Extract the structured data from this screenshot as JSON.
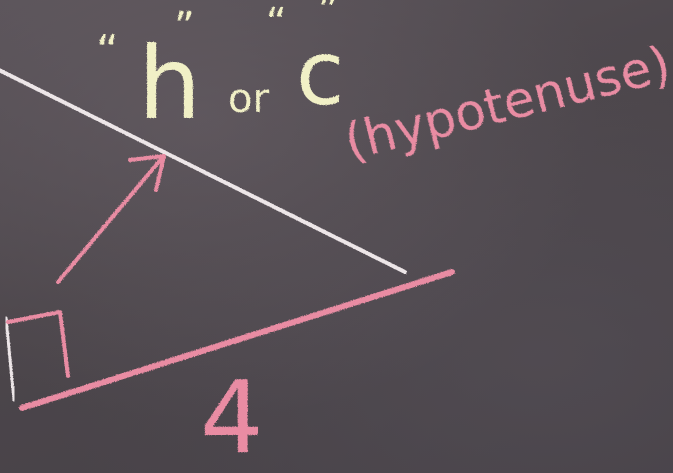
{
  "image": {
    "description": "Chalkboard photo of a right triangle with the hypotenuse labeled h or c and the bottom leg labeled 4",
    "colors": {
      "board": "#4d474c",
      "pink_chalk": "#e98ca3",
      "yellow_chalk": "#f1f0c6",
      "white_chalk": "#ede6e8"
    }
  },
  "labels": {
    "hypotenuse_symbol_h": "h",
    "connector_or": "or",
    "hypotenuse_symbol_c": "c",
    "hypotenuse_word": "(hypotenuse)",
    "base_length": "4",
    "open_quote": "“",
    "close_quote": "”"
  }
}
